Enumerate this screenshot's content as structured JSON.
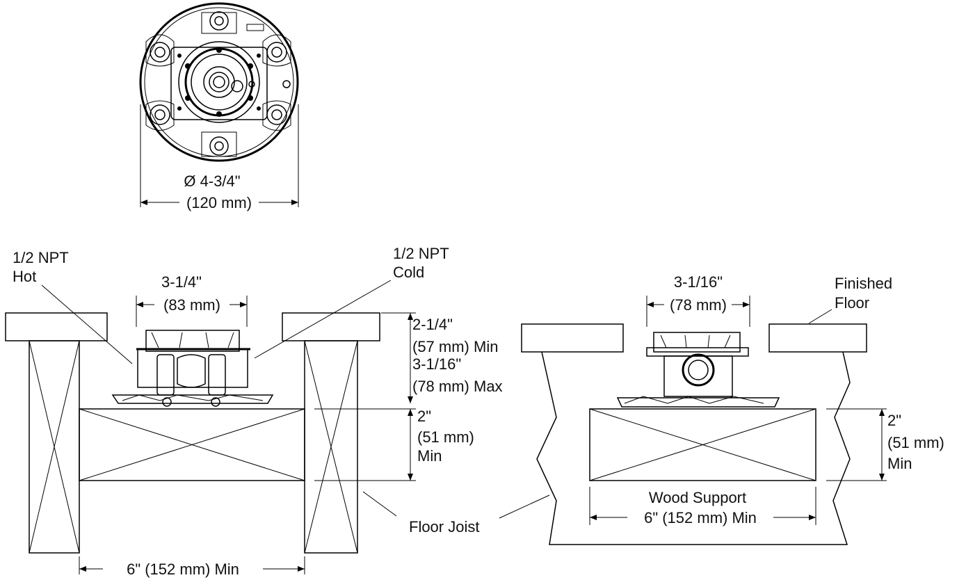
{
  "top_view": {
    "diameter_in": "Ø 4-3/4\"",
    "diameter_mm": "(120 mm)"
  },
  "left_section": {
    "hot_label_1": "1/2 NPT",
    "hot_label_2": "Hot",
    "cold_label_1": "1/2 NPT",
    "cold_label_2": "Cold",
    "width_in": "3-1/4\"",
    "width_mm": "(83 mm)",
    "depth_1": "2-1/4\"",
    "depth_2": "(57 mm) Min",
    "depth_3": "3-1/16\"",
    "depth_4": "(78 mm) Max",
    "block_1": "2\"",
    "block_2": "(51 mm)",
    "block_3": "Min",
    "joist_label": "Floor Joist",
    "spacing": "6\" (152 mm) Min"
  },
  "right_section": {
    "width_in": "3-1/16\"",
    "width_mm": "(78 mm)",
    "floor_1": "Finished",
    "floor_2": "Floor",
    "block_1": "2\"",
    "block_2": "(51 mm)",
    "block_3": "Min",
    "support_label": "Wood Support",
    "support_width": "6\" (152 mm) Min"
  }
}
